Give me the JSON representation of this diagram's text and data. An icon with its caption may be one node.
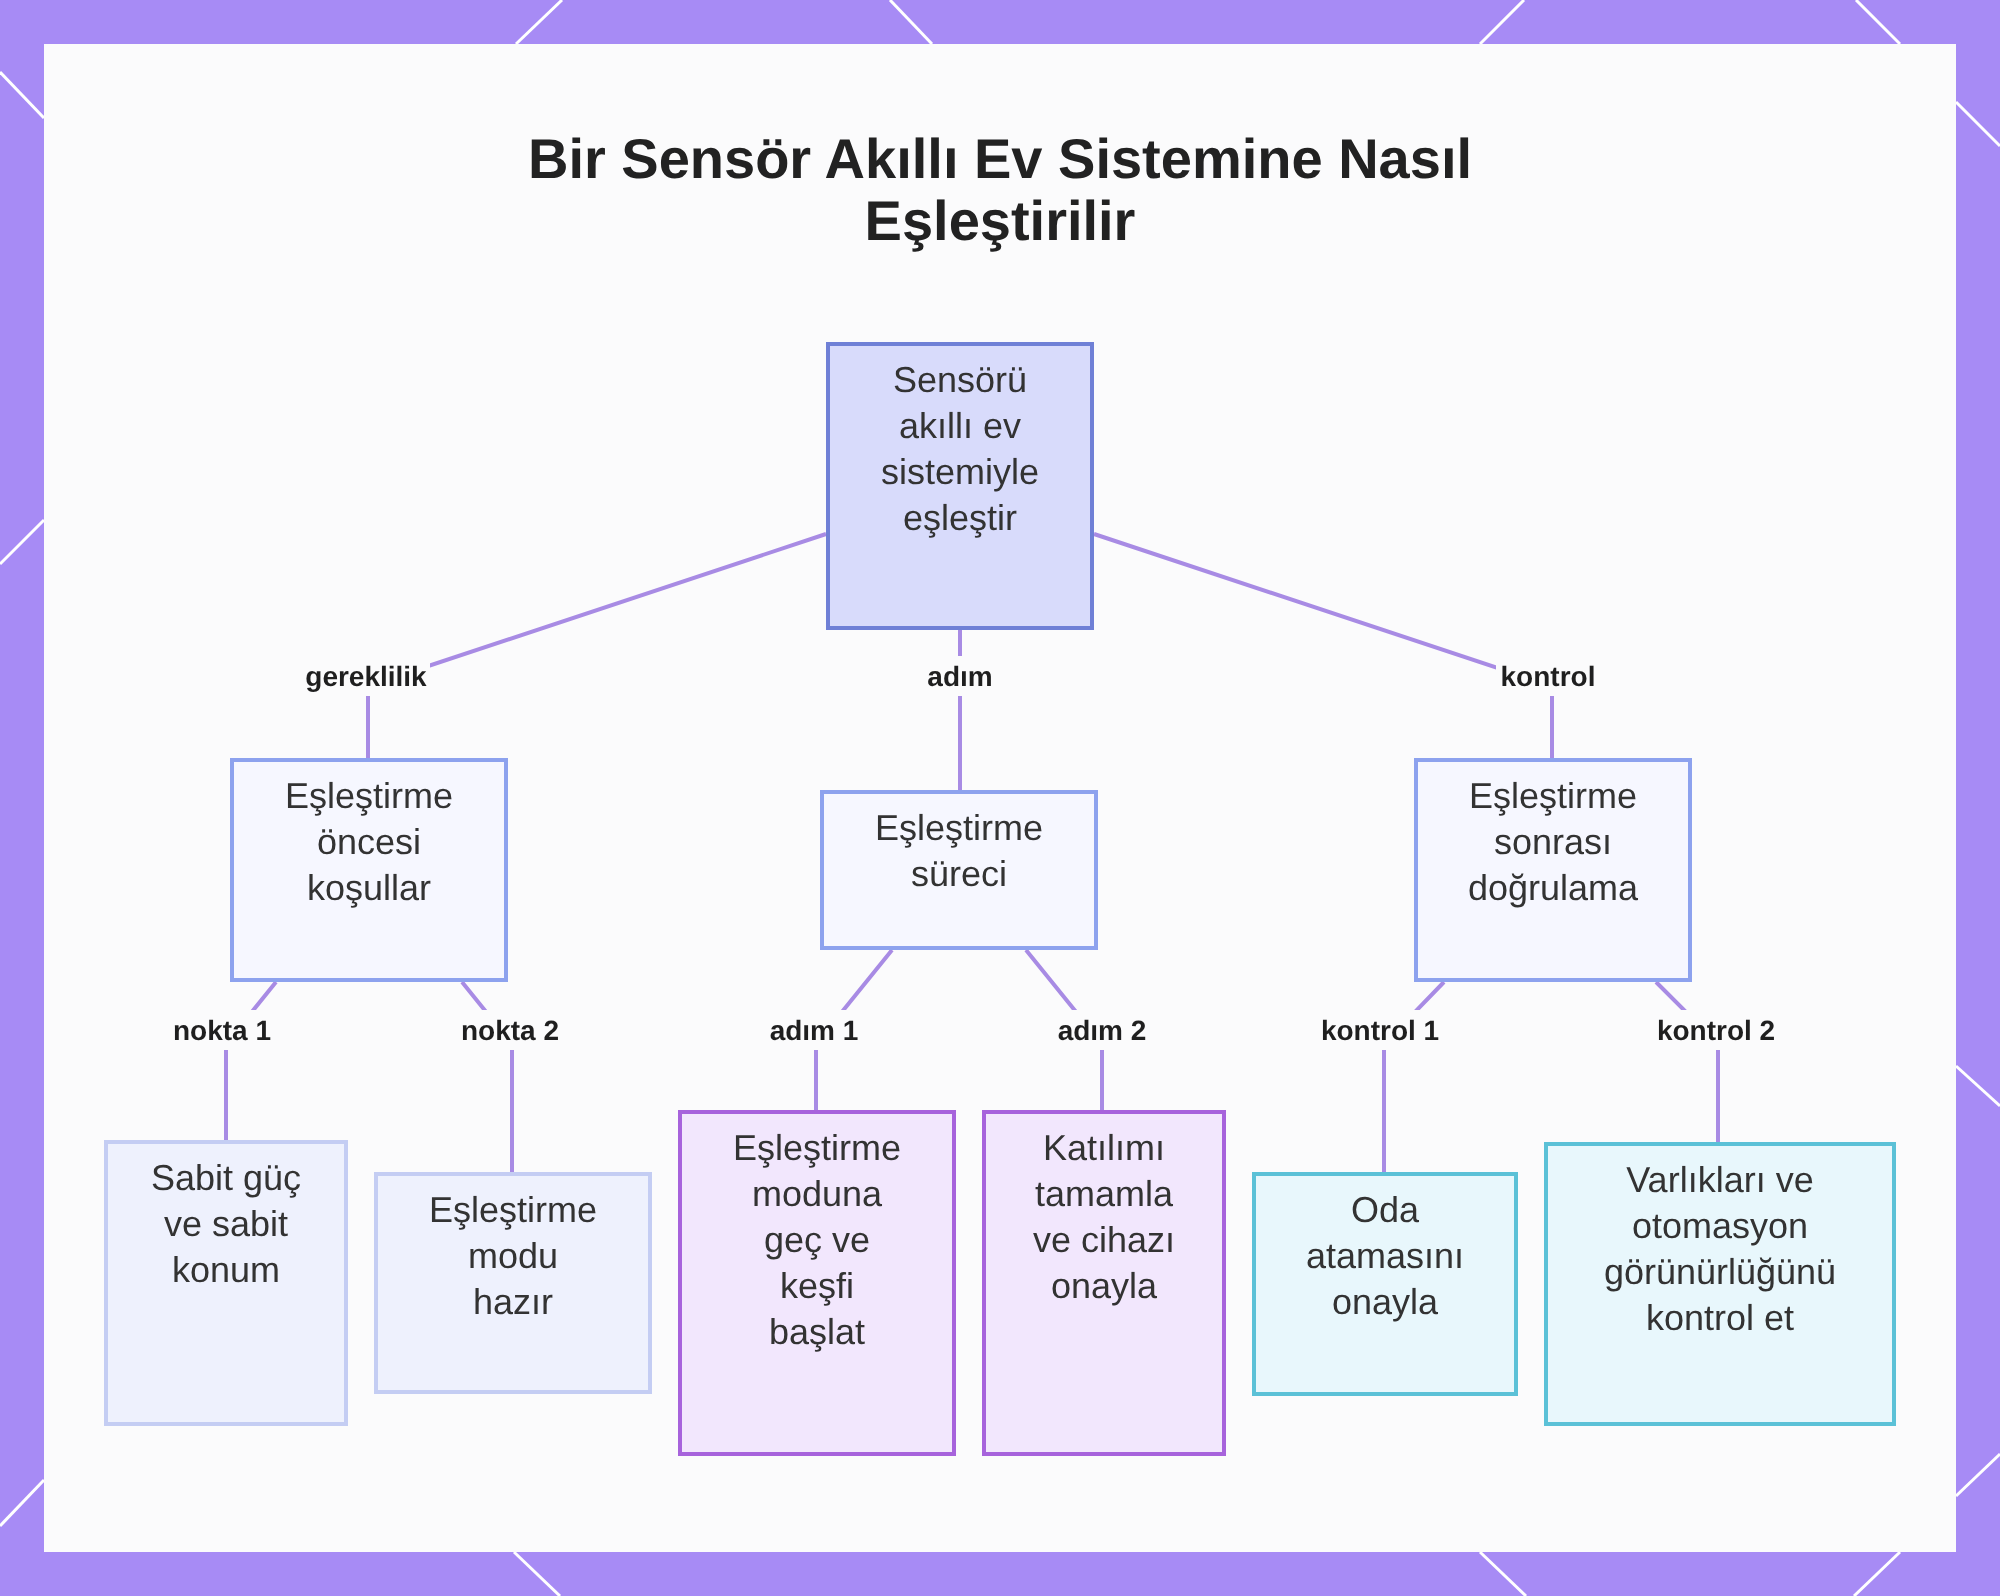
{
  "diagram": {
    "title": "Bir Sensör Akıllı Ev Sistemine Nasıl Eşleştirilir",
    "nodes": [
      {
        "text": [
          "Sensörü akıllı ev sistemiyle eşleştir"
        ]
      },
      {
        "text": [
          "Eşleştirme öncesi koşullar"
        ]
      },
      {
        "text": [
          "Eşleştirme süreci"
        ]
      },
      {
        "text": [
          "Eşleştirme sonrası doğrulama"
        ]
      },
      {
        "text": [
          "Sabit güç ve sabit konum"
        ]
      },
      {
        "text": [
          "Eşleştirme modu hazır"
        ]
      },
      {
        "text": [
          "Eşleştirme moduna geç ve keşfi başlat"
        ]
      },
      {
        "text": [
          "Katılımı tamamla ve cihazı onayla"
        ]
      },
      {
        "text": [
          "Oda atamasını onayla"
        ]
      },
      {
        "text": [
          "Varlıkları ve otomasyon görünürlüğünü kontrol et"
        ]
      }
    ],
    "edges": [
      {
        "from": 0,
        "to": 1,
        "arrow": "none",
        "label": "gereklilik"
      },
      {
        "from": 0,
        "to": 2,
        "arrow": "none",
        "label": "adım"
      },
      {
        "from": 0,
        "to": 3,
        "arrow": "none",
        "label": "kontrol"
      },
      {
        "from": 1,
        "to": 4,
        "arrow": "none",
        "label": "nokta 1"
      },
      {
        "from": 1,
        "to": 5,
        "arrow": "none",
        "label": "nokta 2"
      },
      {
        "from": 2,
        "to": 6,
        "arrow": "none",
        "label": "adım 1"
      },
      {
        "from": 2,
        "to": 7,
        "arrow": "none",
        "label": "adım 2"
      },
      {
        "from": 3,
        "to": 8,
        "arrow": "none",
        "label": "kontrol 1"
      },
      {
        "from": 3,
        "to": 9,
        "arrow": "none",
        "label": "kontrol 2"
      }
    ]
  }
}
